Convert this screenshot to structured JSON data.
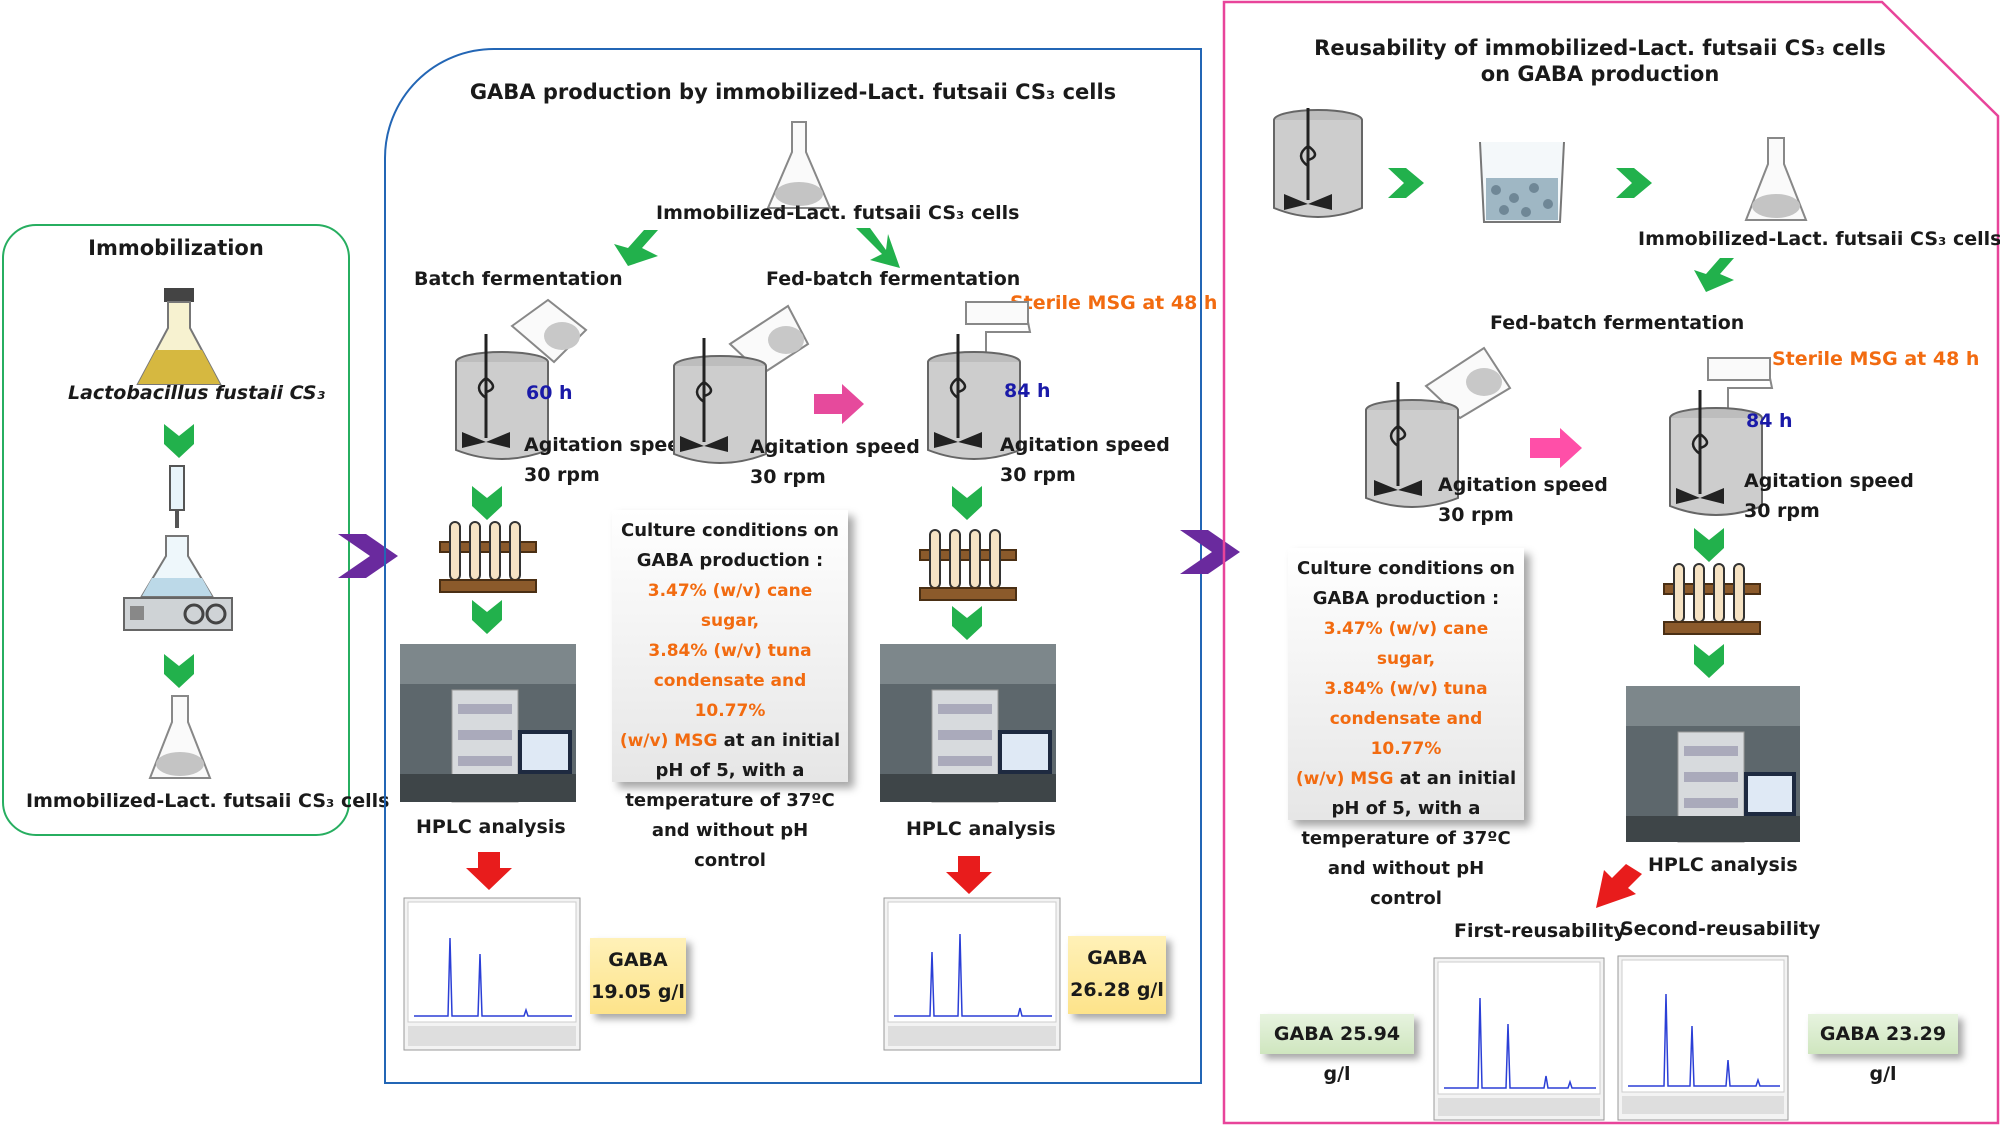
{
  "immobilization": {
    "title": "Immobilization",
    "strain_label": "Lactobacillus fustaii CS₃",
    "cells_label": "Immobilized-Lact. futsaii CS₃ cells"
  },
  "gaba_panel": {
    "title": "GABA production by immobilized-Lact. futsaii CS₃ cells",
    "cells_label": "Immobilized-Lact. futsaii CS₃ cells",
    "batch_title": "Batch fermentation",
    "fedbatch_title": "Fed-batch fermentation",
    "sterile_msg": "Sterile MSG at 48 h",
    "batch_time": "60 h",
    "fed_time": "84 h",
    "agitation_label": "Agitation speed",
    "agitation_value": "30 rpm",
    "hplc_label": "HPLC analysis",
    "conditions": {
      "line1": "Culture conditions on",
      "line2": "GABA production :",
      "line3": "3.47% (w/v) cane sugar,",
      "line4": "3.84% (w/v) tuna",
      "line5": "condensate and 10.77%",
      "line6a": "(w/v) MSG",
      "line6b": " at an initial",
      "line7": "pH of 5, with a",
      "line8": "temperature of 37ºC",
      "line9": "and without pH control"
    },
    "batch_result": {
      "label": "GABA",
      "value": "19.05 g/l"
    },
    "fed_result": {
      "label": "GABA",
      "value": "26.28 g/l"
    }
  },
  "reuse_panel": {
    "title_line1": "Reusability of immobilized-Lact. futsaii CS₃ cells",
    "title_line2": "on GABA production",
    "cells_label": "Immobilized-Lact. futsaii CS₃ cells",
    "fedbatch_title": "Fed-batch fermentation",
    "sterile_msg": "Sterile MSG at 48 h",
    "fed_time": "84 h",
    "agitation_label": "Agitation speed",
    "agitation_value": "30 rpm",
    "hplc_label": "HPLC analysis",
    "first_label": "First-reusability",
    "second_label": "Second-reusability",
    "first_result": "GABA  25.94 g/l",
    "second_result": "GABA  23.29 g/l"
  },
  "colors": {
    "immobilization_border": "#27ae60",
    "gaba_border": "#2366b5",
    "reuse_border": "#e8449a",
    "green_arrow": "#22b14c",
    "red_arrow": "#e81c1c",
    "magenta_arrow": "#e64a9c",
    "purple_chevron": "#6a2a9e",
    "orange_text": "#f26b10"
  },
  "icons": [
    "flask-icon",
    "syringe-icon",
    "stirrer-icon",
    "bioreactor-icon",
    "test-tube-rack-icon",
    "beaker-icon",
    "hplc-photo",
    "chromatogram"
  ]
}
